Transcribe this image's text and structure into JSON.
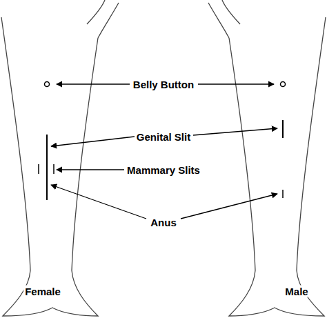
{
  "diagram": {
    "labels": [
      "Belly Button",
      "Genital Slit",
      "Mammary Slits",
      "Anus",
      "Female",
      "Male"
    ]
  }
}
